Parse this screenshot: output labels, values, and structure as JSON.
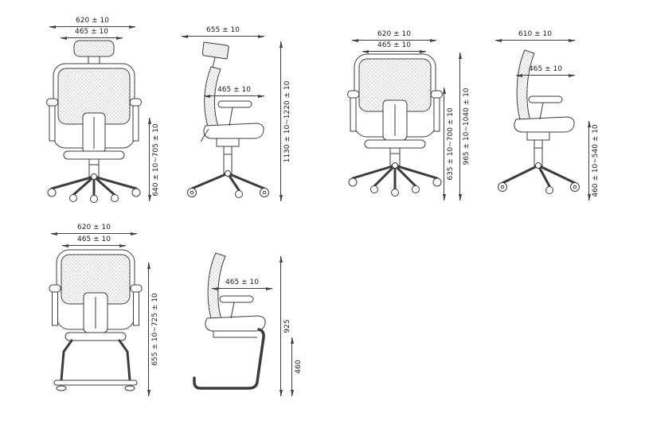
{
  "style": {
    "background": "#ffffff",
    "line_color": "#3c3c3c",
    "dim_text_color": "#1c1c1c"
  },
  "figures": {
    "exec_front": {
      "width_outer": "620 ± 10",
      "width_inner": "465 ± 10",
      "height_range": "640 ± 10~705 ± 10"
    },
    "exec_side": {
      "depth": "655 ± 10",
      "seat_depth": "465 ± 10",
      "height_range": "1130 ± 10~1220 ± 10"
    },
    "task_front": {
      "width_outer": "620 ± 10",
      "width_inner": "465 ± 10",
      "armrest_height_range": "635 ± 10~700 ± 10",
      "height_range": "965 ± 10~1040 ± 10"
    },
    "task_side": {
      "depth": "610 ± 10",
      "seat_depth": "465 ± 10",
      "seat_height_range": "460 ± 10~540 ± 10"
    },
    "visitor_front": {
      "width_outer": "620 ± 10",
      "width_inner": "465 ± 10",
      "height_range": "655 ± 10~725 ± 10"
    },
    "visitor_side": {
      "seat_depth": "465 ± 10",
      "overall_height": "925",
      "seat_height": "460"
    }
  }
}
